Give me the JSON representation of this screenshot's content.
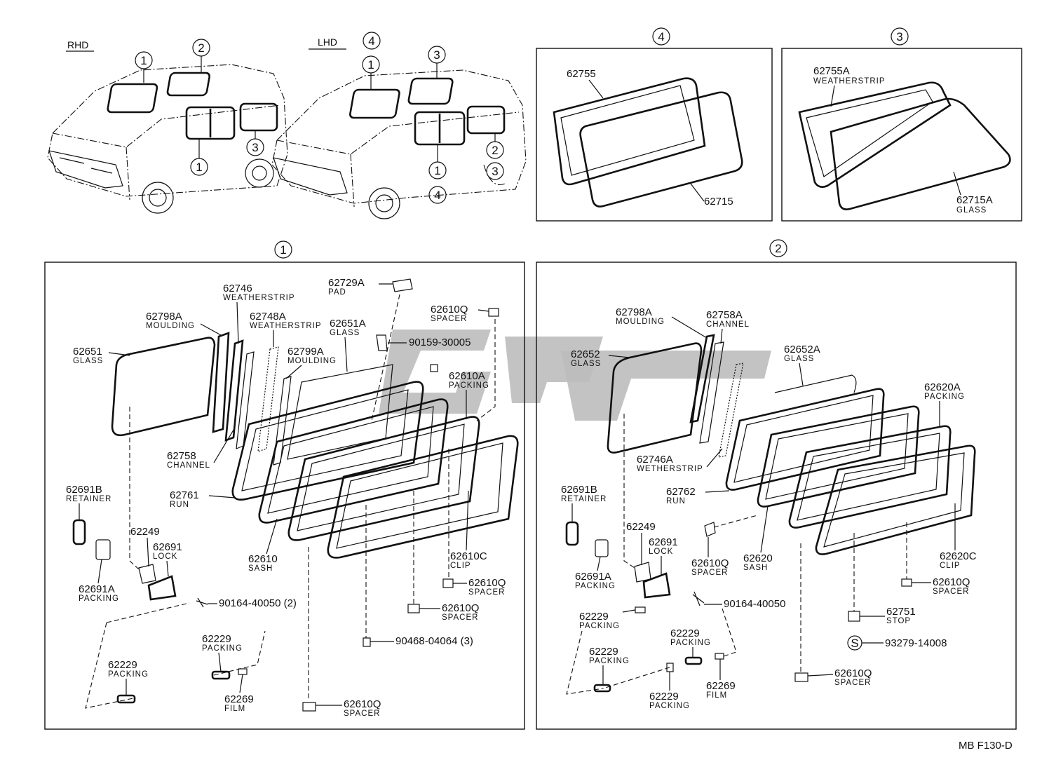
{
  "diagram_id": "MB F130-D",
  "top": {
    "rhd_label": "RHD",
    "lhd_label": "LHD",
    "rhd_markers": [
      "1",
      "2",
      "1",
      "3"
    ],
    "lhd_markers": [
      "4",
      "1",
      "3",
      "1",
      "2",
      "3",
      "4"
    ]
  },
  "panel4": {
    "marker": "4",
    "parts": [
      {
        "pn": "62755",
        "name": ""
      },
      {
        "pn": "62715",
        "name": ""
      }
    ]
  },
  "panel3": {
    "marker": "3",
    "parts": [
      {
        "pn": "62755A",
        "name": "WEATHERSTRIP"
      },
      {
        "pn": "62715A",
        "name": "GLASS"
      }
    ]
  },
  "panel1": {
    "marker": "1",
    "parts": [
      {
        "pn": "62729A",
        "name": "PAD"
      },
      {
        "pn": "62746",
        "name": "WEATHERSTRIP"
      },
      {
        "pn": "62798A",
        "name": "MOULDING"
      },
      {
        "pn": "62748A",
        "name": "WEATHERSTRIP"
      },
      {
        "pn": "62651A",
        "name": "GLASS"
      },
      {
        "pn": "62610Q",
        "name": "SPACER"
      },
      {
        "pn": "62651",
        "name": "GLASS"
      },
      {
        "pn": "90159-30005",
        "name": ""
      },
      {
        "pn": "62799A",
        "name": "MOULDING"
      },
      {
        "pn": "62610A",
        "name": "PACKING"
      },
      {
        "pn": "62758",
        "name": "CHANNEL"
      },
      {
        "pn": "62761",
        "name": "RUN"
      },
      {
        "pn": "62691B",
        "name": "RETAINER"
      },
      {
        "pn": "62249",
        "name": ""
      },
      {
        "pn": "62691",
        "name": "LOCK"
      },
      {
        "pn": "62610",
        "name": "SASH"
      },
      {
        "pn": "62610C",
        "name": "CLIP"
      },
      {
        "pn": "62691A",
        "name": "PACKING"
      },
      {
        "pn": "62610Q",
        "name": "SPACER"
      },
      {
        "pn": "90164-40050 (2)",
        "name": ""
      },
      {
        "pn": "62610Q",
        "name": "SPACER"
      },
      {
        "pn": "62229",
        "name": "PACKING"
      },
      {
        "pn": "90468-04064 (3)",
        "name": ""
      },
      {
        "pn": "62229",
        "name": "PACKING"
      },
      {
        "pn": "62269",
        "name": "FILM"
      },
      {
        "pn": "62610Q",
        "name": "SPACER"
      }
    ]
  },
  "panel2": {
    "marker": "2",
    "parts": [
      {
        "pn": "62798A",
        "name": "MOULDING"
      },
      {
        "pn": "62758A",
        "name": "CHANNEL"
      },
      {
        "pn": "62652",
        "name": "GLASS"
      },
      {
        "pn": "62652A",
        "name": "GLASS"
      },
      {
        "pn": "62620A",
        "name": "PACKING"
      },
      {
        "pn": "62746A",
        "name": "WETHERSTRIP"
      },
      {
        "pn": "62691B",
        "name": "RETAINER"
      },
      {
        "pn": "62762",
        "name": "RUN"
      },
      {
        "pn": "62249",
        "name": ""
      },
      {
        "pn": "62691",
        "name": "LOCK"
      },
      {
        "pn": "62610Q",
        "name": "SPACER"
      },
      {
        "pn": "62620",
        "name": "SASH"
      },
      {
        "pn": "62620C",
        "name": "CLIP"
      },
      {
        "pn": "62691A",
        "name": "PACKING"
      },
      {
        "pn": "62610Q",
        "name": "SPACER"
      },
      {
        "pn": "90164-40050",
        "name": ""
      },
      {
        "pn": "62229",
        "name": "PACKING"
      },
      {
        "pn": "62751",
        "name": "STOP"
      },
      {
        "pn": "62229",
        "name": "PACKING"
      },
      {
        "pn": "93279-14008",
        "name": ""
      },
      {
        "pn": "62229",
        "name": "PACKING"
      },
      {
        "pn": "62269",
        "name": "FILM"
      },
      {
        "pn": "62229",
        "name": "PACKING"
      },
      {
        "pn": "62610Q",
        "name": "SPACER"
      }
    ],
    "s_marker": "S"
  }
}
